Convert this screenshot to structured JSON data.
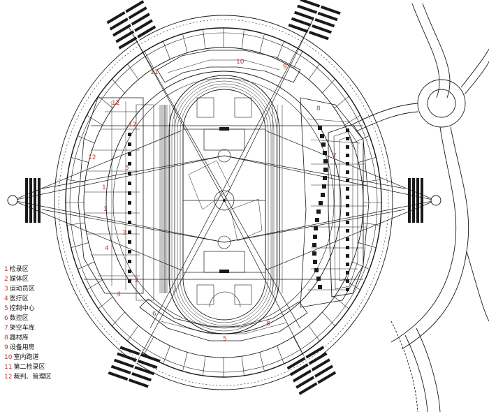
{
  "legend": [
    {
      "num": "1",
      "text": "检录区"
    },
    {
      "num": "2",
      "text": "媒体区"
    },
    {
      "num": "3",
      "text": "运动员区"
    },
    {
      "num": "4",
      "text": "医疗区"
    },
    {
      "num": "5",
      "text": "控制中心"
    },
    {
      "num": "6",
      "text": "数控区"
    },
    {
      "num": "7",
      "text": "架空车库"
    },
    {
      "num": "8",
      "text": "器材库"
    },
    {
      "num": "9",
      "text": "设备用房"
    },
    {
      "num": "10",
      "text": "室内跑道"
    },
    {
      "num": "11",
      "text": "第二检录区"
    },
    {
      "num": "12",
      "text": "裁判、管理区"
    }
  ],
  "plan_labels": {
    "l10": "10",
    "l9": "9",
    "l11": "11",
    "l8a": "8",
    "l12a": "12",
    "l12b": "12",
    "l12c": "12",
    "l1a": "1",
    "l1b": "1",
    "l3": "3",
    "l5": "5",
    "l4a": "4",
    "l4b": "4",
    "l7": "7",
    "l6": "6",
    "l8b": "8",
    "l5b": "5",
    "l2": "2"
  },
  "colors": {
    "line": "#1a1a1a",
    "label": "#c0392b",
    "grass": "#ffffff"
  }
}
